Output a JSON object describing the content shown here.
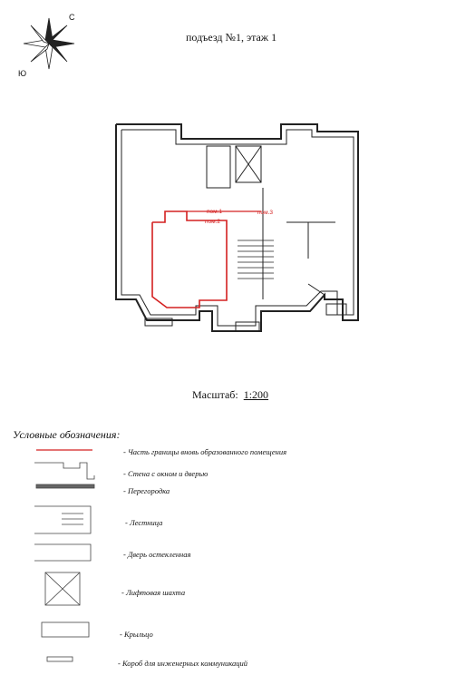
{
  "title": "подъезд №1, этаж 1",
  "compass": {
    "north_label": "С",
    "south_label": "Ю"
  },
  "scale": {
    "label": "Масштаб:",
    "value": "1:200"
  },
  "rooms": {
    "room1": "пом.1",
    "room2": "пом.2",
    "room3": "пом.3"
  },
  "legend": {
    "heading": "Условные обозначения:",
    "items": [
      {
        "label": "- Часть границы вновь образованного помещения"
      },
      {
        "label": "- Стена с окном и дверью"
      },
      {
        "label": "- Перегородка"
      },
      {
        "label": "- Лестница"
      },
      {
        "label": "- Дверь остекленная"
      },
      {
        "label": "- Лифтовая шахта"
      },
      {
        "label": "- Крыльцо"
      },
      {
        "label": "- Короб для инженерных коммуникаций"
      }
    ]
  },
  "colors": {
    "boundary": "#d42020",
    "line": "#222222"
  }
}
